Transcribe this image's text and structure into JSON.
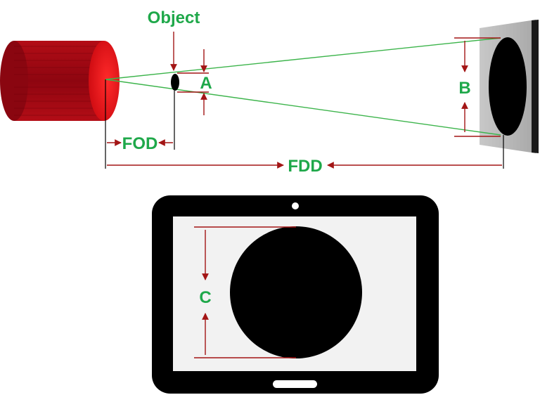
{
  "labels": {
    "object": "Object",
    "a": "A",
    "b": "B",
    "c": "C",
    "fod": "FOD",
    "fdd": "FDD"
  },
  "colors": {
    "label_green": "#1fa84a",
    "beam_green": "#3cb44b",
    "arrow_red": "#a31515",
    "tube_red": "#c0101a",
    "tube_dark": "#7a0008",
    "detector_gray": "#bdbdbd",
    "tablet_black": "#000000",
    "screen_bg": "#f2f2f2"
  }
}
